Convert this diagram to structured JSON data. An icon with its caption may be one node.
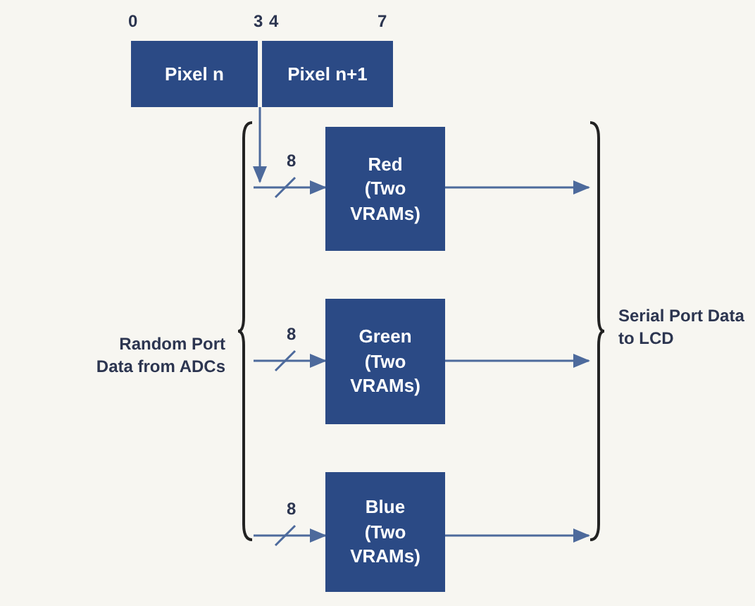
{
  "diagram": {
    "nodes": [
      {
        "text": [
          "Pixel n"
        ]
      },
      {
        "text": [
          "Pixel n+1"
        ]
      },
      {
        "text": [
          "Red (Two VRAMs)"
        ]
      },
      {
        "text": [
          "Green (Two VRAMs)"
        ]
      },
      {
        "text": [
          "Blue (Two VRAMs)"
        ]
      },
      {
        "text": [
          "Random Port Data from ADCs"
        ]
      },
      {
        "text": [
          "Serial Port Data to LCD"
        ]
      }
    ],
    "edges": [
      {
        "from": 0,
        "to": 5,
        "arrow": "to"
      },
      {
        "from": 5,
        "to": 2,
        "arrow": "to",
        "label": "8"
      },
      {
        "from": 5,
        "to": 3,
        "arrow": "to",
        "label": "8"
      },
      {
        "from": 5,
        "to": 4,
        "arrow": "to",
        "label": "8"
      },
      {
        "from": 2,
        "to": 6,
        "arrow": "to"
      },
      {
        "from": 3,
        "to": 6,
        "arrow": "to"
      },
      {
        "from": 4,
        "to": 6,
        "arrow": "to"
      }
    ],
    "labels": [
      "0",
      "3",
      "4",
      "7"
    ]
  }
}
